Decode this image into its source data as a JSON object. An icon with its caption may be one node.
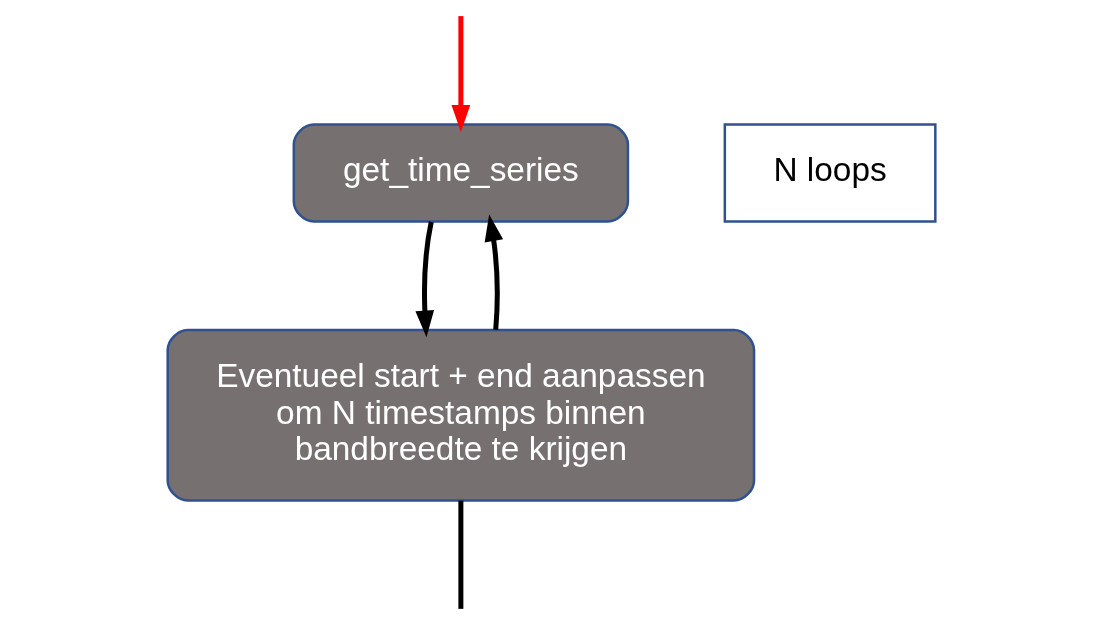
{
  "diagram": {
    "nodes": [
      {
        "text": [
          "get_time_series"
        ]
      },
      {
        "text": [
          "N loops"
        ]
      },
      {
        "text": [
          "Eventueel start + end aanpassen om N timestamps binnen bandbreedte te krijgen"
        ]
      }
    ],
    "edges": [
      {
        "from": null,
        "to": 0,
        "arrow": "to",
        "color": "#ff0000"
      },
      {
        "from": 0,
        "to": 2,
        "arrow": "to"
      },
      {
        "from": 2,
        "to": 0,
        "arrow": "to"
      },
      {
        "from": 2,
        "to": null,
        "arrow": "none"
      }
    ]
  }
}
